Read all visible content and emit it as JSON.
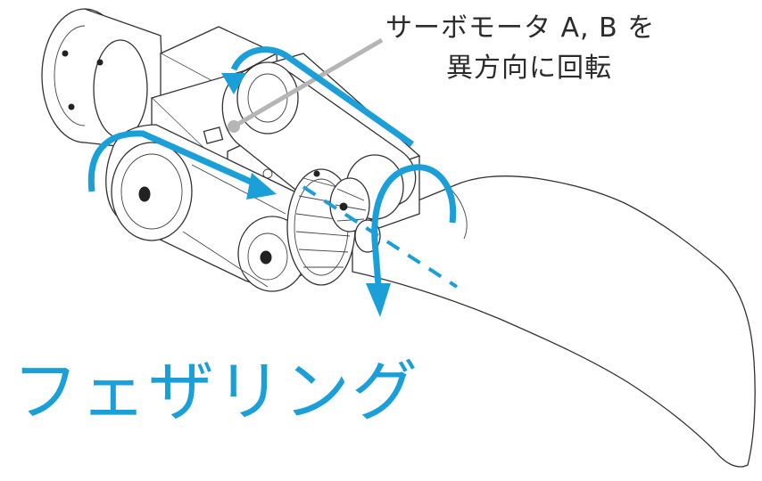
{
  "annotation": {
    "line1": "サーボモータ A, B を",
    "line2": "異方向に回転"
  },
  "label": "フェザリング",
  "colors": {
    "accent": "#1a9fd9",
    "annotation_text": "#2b2b2b",
    "leader_line": "#b5b5b5",
    "drawing_line": "#333333"
  }
}
